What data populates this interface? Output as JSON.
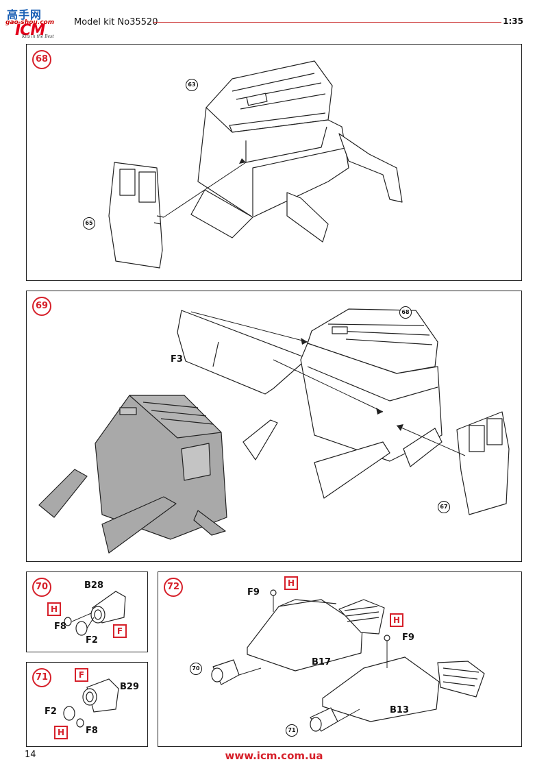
{
  "header": {
    "site_cn": "高手网",
    "site_url": "gao-shou.com",
    "brand": "ICM",
    "tagline": "Kits in the Best",
    "kit_title": "Model kit No35520",
    "scale": "1:35"
  },
  "step68": {
    "number": "68",
    "refs": [
      "63",
      "65"
    ]
  },
  "step69": {
    "number": "69",
    "refs": [
      "68",
      "67"
    ],
    "label_f3": "F3"
  },
  "step70": {
    "number": "70",
    "labels": {
      "b28": "B28",
      "f8": "F8",
      "f2": "F2",
      "h": "H",
      "f": "F"
    }
  },
  "step71": {
    "number": "71",
    "labels": {
      "b29": "B29",
      "f2": "F2",
      "f8": "F8",
      "h": "H",
      "f": "F"
    }
  },
  "step72": {
    "number": "72",
    "labels": {
      "f9_top": "F9",
      "h_top": "H",
      "b17": "B17",
      "h_right": "H",
      "f9_right": "F9",
      "b13": "B13"
    },
    "refs": [
      "70",
      "71"
    ]
  },
  "footer": {
    "page_number": "14",
    "url": "www.icm.com.ua"
  },
  "colors": {
    "accent": "#d6202a",
    "line": "#222222",
    "gray_fill": "#a9a9a9"
  }
}
